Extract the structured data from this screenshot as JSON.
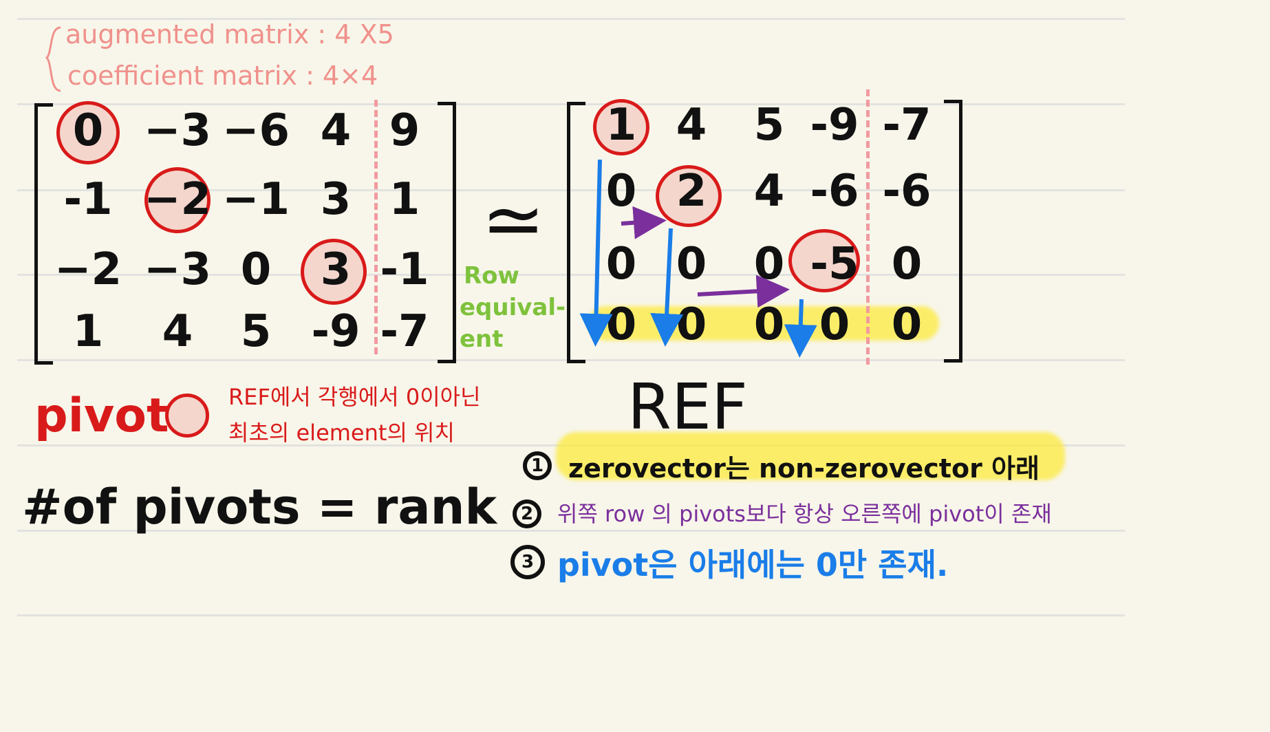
{
  "header": {
    "augmented": "augmented matrix : 4 X5",
    "coefficient": "coefficient matrix : 4×4"
  },
  "left_matrix": {
    "rows": [
      [
        "0",
        "−3",
        "−6",
        "4",
        "9"
      ],
      [
        "-1",
        "−2",
        "−1",
        "3",
        "1"
      ],
      [
        "−2",
        "−3",
        "0",
        "3",
        "-1"
      ],
      [
        "1",
        "4",
        "5",
        "-9",
        "-7"
      ]
    ]
  },
  "right_matrix": {
    "rows": [
      [
        "1",
        "4",
        "5",
        "-9",
        "-7"
      ],
      [
        "0",
        "2",
        "4",
        "-6",
        "-6"
      ],
      [
        "0",
        "0",
        "0",
        "-5",
        "0"
      ],
      [
        "0",
        "0",
        "0",
        "0",
        "0"
      ]
    ]
  },
  "equiv": {
    "symbol": "≃",
    "line1": "Row",
    "line2": "equival-",
    "line3": "ent"
  },
  "pivot_def": {
    "label": "pivot",
    "line1": "REF에서 각행에서 0이아닌",
    "line2": "최초의 element의 위치"
  },
  "ref_title": "REF",
  "rank_eq": "#of pivots = rank",
  "rules": [
    {
      "num": "1",
      "text": "zerovector는 non-zerovector 아래"
    },
    {
      "num": "2",
      "text": "위쪽 row 의 pivots보다 항상 오른쪽에 pivot이 존재"
    },
    {
      "num": "3",
      "text": "pivot은 아래에는 0만 존재."
    }
  ],
  "colors": {
    "pivot_ring": "#d91a1a",
    "pivot_fill": "#f4d6cc",
    "blue_arrow": "#1a7de8",
    "purple_arrow": "#7a2f9c",
    "green_text": "#7ec23c",
    "highlight": "#fcea3c",
    "header_text": "#f0918c"
  }
}
